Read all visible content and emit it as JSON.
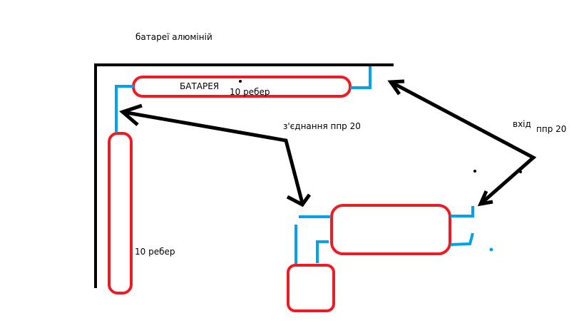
{
  "title": "батареї алюміній",
  "labels": {
    "top_radiator_name": "БАТАРЕЯ",
    "top_radiator_fins": "10 ребер",
    "left_radiator_fins": "10 ребер",
    "connection": "з'єднання ппр 20",
    "inlet_word": "вхід",
    "inlet_spec": "ппр 20"
  },
  "colors": {
    "wall": "#000000",
    "radiator": "#ed1c24",
    "pipe": "#00a2e8",
    "arrow": "#000000"
  }
}
